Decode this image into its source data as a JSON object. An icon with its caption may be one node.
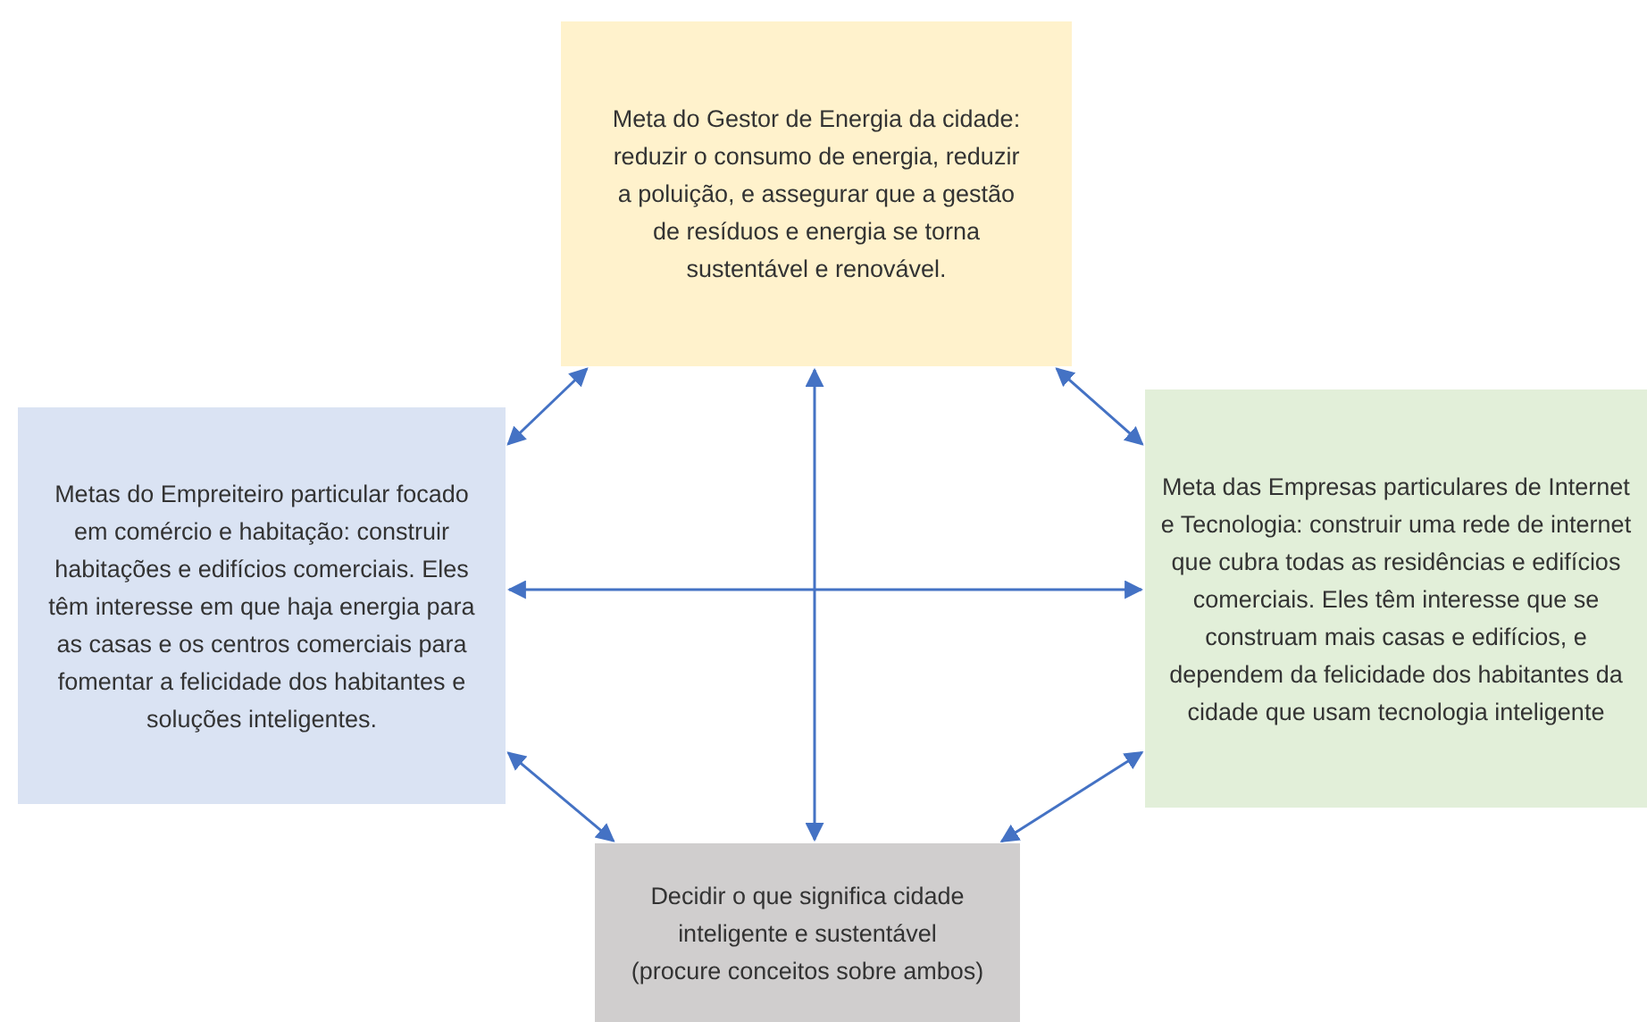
{
  "diagram": {
    "nodes": [
      {
        "text": [
          "Meta do Gestor de Energia da cidade: reduzir o consumo de energia, reduzir a poluição, e assegurar que a gestão de resíduos e energia se torna sustentável e renovável."
        ]
      },
      {
        "text": [
          "Metas do Empreiteiro particular focado em comércio e habitação: construir habitações e edifícios comerciais. Eles têm interesse em que haja energia para as casas e os centros comerciais para fomentar a felicidade dos habitantes e soluções inteligentes."
        ]
      },
      {
        "text": [
          "Meta das Empresas particulares de Internet e Tecnologia: construir uma rede de internet que cubra todas as residências e edifícios comerciais. Eles têm interesse que se construam mais casas e edifícios, e dependem da felicidade dos habitantes da cidade que usam tecnologia inteligente"
        ]
      },
      {
        "text": [
          "Decidir o que significa cidade inteligente e sustentável (procure conceitos sobre ambos)"
        ]
      }
    ],
    "edges": [
      {
        "from": 0,
        "to": 1,
        "arrow": "both"
      },
      {
        "from": 0,
        "to": 2,
        "arrow": "both"
      },
      {
        "from": 1,
        "to": 2,
        "arrow": "both"
      },
      {
        "from": 0,
        "to": 3,
        "arrow": "both"
      },
      {
        "from": 1,
        "to": 3,
        "arrow": "both"
      },
      {
        "from": 2,
        "to": 3,
        "arrow": "both"
      }
    ]
  }
}
